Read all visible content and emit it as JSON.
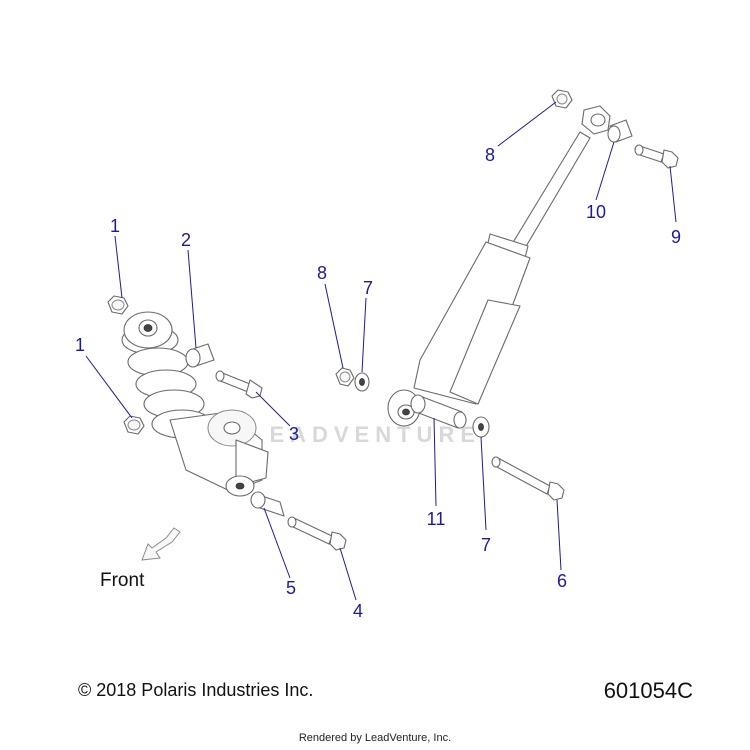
{
  "callouts": [
    {
      "id": "c1a",
      "label": "1"
    },
    {
      "id": "c1b",
      "label": "1"
    },
    {
      "id": "c2",
      "label": "2"
    },
    {
      "id": "c3",
      "label": "3"
    },
    {
      "id": "c4",
      "label": "4"
    },
    {
      "id": "c5",
      "label": "5"
    },
    {
      "id": "c6",
      "label": "6"
    },
    {
      "id": "c7a",
      "label": "7"
    },
    {
      "id": "c7b",
      "label": "7"
    },
    {
      "id": "c8a",
      "label": "8"
    },
    {
      "id": "c8b",
      "label": "8"
    },
    {
      "id": "c9",
      "label": "9"
    },
    {
      "id": "c10",
      "label": "10"
    },
    {
      "id": "c11",
      "label": "11"
    }
  ],
  "front_label": "Front",
  "copyright": "© 2018 Polaris Industries Inc.",
  "diagram_id": "601054C",
  "rendered_by": "Rendered by LeadVenture, Inc.",
  "watermark": "LEADVENTURE",
  "colors": {
    "callout": "#1a1aa0",
    "line": "#6a6a6a"
  }
}
